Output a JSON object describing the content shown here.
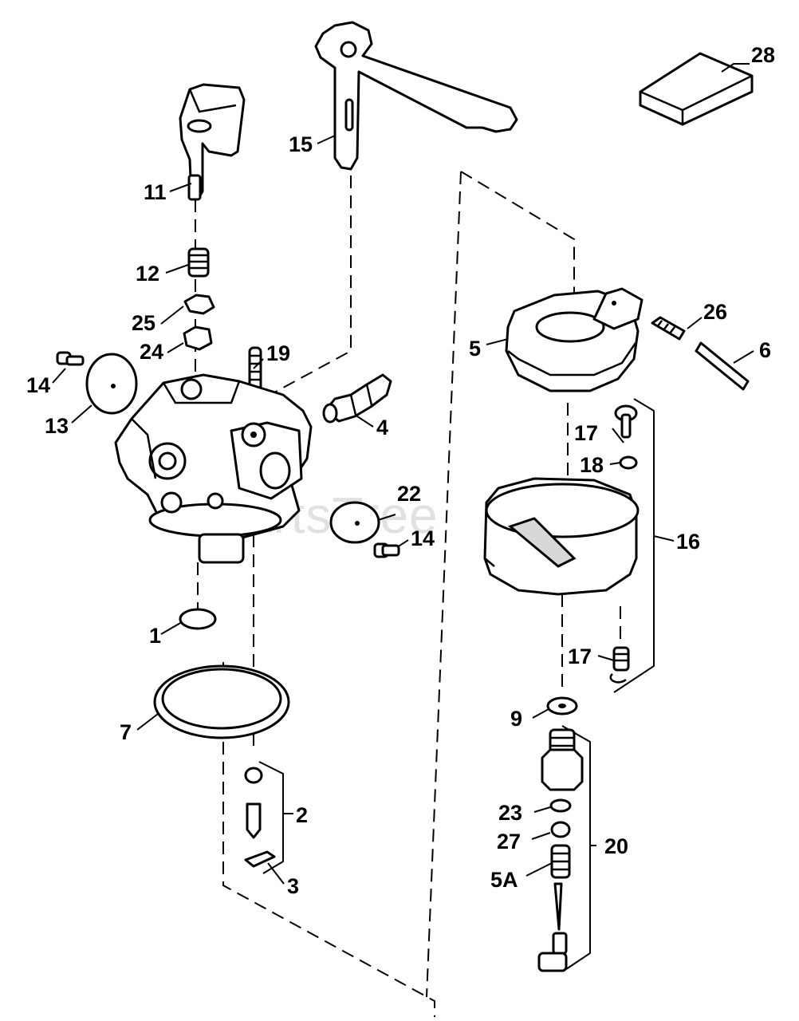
{
  "diagram": {
    "watermark": "PartsTree",
    "labels": {
      "l28": "28",
      "l15": "15",
      "l11": "11",
      "l12": "12",
      "l25": "25",
      "l24": "24",
      "l19": "19",
      "l14a": "14",
      "l13": "13",
      "l4": "4",
      "l22": "22",
      "l14b": "14",
      "l1": "1",
      "l7": "7",
      "l2": "2",
      "l3": "3",
      "l26": "26",
      "l6": "6",
      "l5": "5",
      "l17a": "17",
      "l18": "18",
      "l16": "16",
      "l17b": "17",
      "l9": "9",
      "l23": "23",
      "l27": "27",
      "l20": "20",
      "l5a": "5A"
    }
  }
}
